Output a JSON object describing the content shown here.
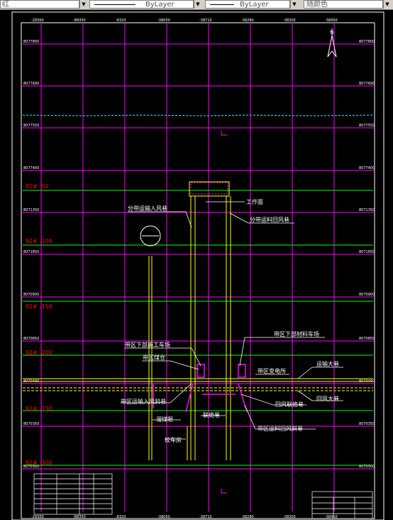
{
  "toolbar": {
    "color_dropdown_value": "红",
    "linetype_value": "ByLayer",
    "lineweight_value": "ByLayer",
    "plotstyle_value": "随颜色"
  },
  "top_coords": [
    "-28300",
    "-88350",
    "-8320",
    "-38050",
    "-38710",
    "-38280",
    "-38300",
    "-38450"
  ],
  "left_coords": [
    "8077800",
    "8077690",
    "8077550",
    "8077400",
    "8071350",
    "8071850",
    "8070900",
    "8070850",
    "8070400",
    "8070350",
    "8070300"
  ],
  "right_coords": [
    "8077800",
    "8077690",
    "8077550",
    "8077400",
    "8071350",
    "8071850",
    "8070900",
    "8070850",
    "8070400",
    "8070350",
    "8070300"
  ],
  "bottom_coords": [
    "-28300",
    "-88350",
    "-8320",
    "-38050",
    "-38710",
    "-38280",
    "-38300",
    "-38450"
  ],
  "levels": [
    {
      "label": "82# -50"
    },
    {
      "label": "82# -100"
    },
    {
      "label": "82# -150"
    },
    {
      "label": "82# -200"
    },
    {
      "label": "82# -250"
    },
    {
      "label": "82# -300"
    }
  ],
  "annotations": {
    "work_face": "工作面",
    "sub_transport_in": "分带运输入风巷",
    "sub_return_out": "分带运料回风巷",
    "lower_material_yard": "带区下部材料车场",
    "lower_work_yard": "带区下部施工车场",
    "coal_bunker": "带区煤仓",
    "substation": "带区变电所",
    "main_transport": "运输大巷",
    "transport_incline": "带区运输入风斜巷",
    "return_connect": "回风联络巷",
    "main_return": "回风大巷",
    "drain_eye": "溜煤眼",
    "connect_lane": "联络巷",
    "material_return_incline": "带区运料回风斜巷",
    "car_stop": "绞车房"
  },
  "compass_label": "N",
  "colors": {
    "grid_magenta": "#ff00ff",
    "level_green": "#00ff00",
    "level_text_red": "#ff0000",
    "structure_yellow": "#ffff00",
    "border_white": "#ffffff",
    "cyan_line": "#00ffff"
  }
}
